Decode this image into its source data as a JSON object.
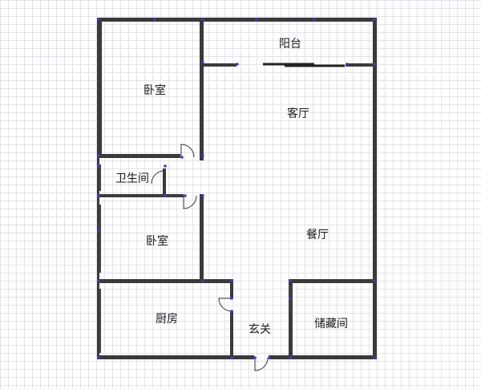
{
  "floor_plan": {
    "rooms": {
      "balcony": "阳台",
      "living_room": "客厅",
      "bedroom_top": "卧室",
      "bathroom": "卫生间",
      "bedroom_middle": "卧室",
      "dining_room": "餐厅",
      "kitchen": "厨房",
      "entrance": "玄关",
      "storage": "储藏间"
    },
    "colors": {
      "wall": "#3a3a3a",
      "grid": "#e3e3ea",
      "node": "#3d3dc8"
    }
  }
}
